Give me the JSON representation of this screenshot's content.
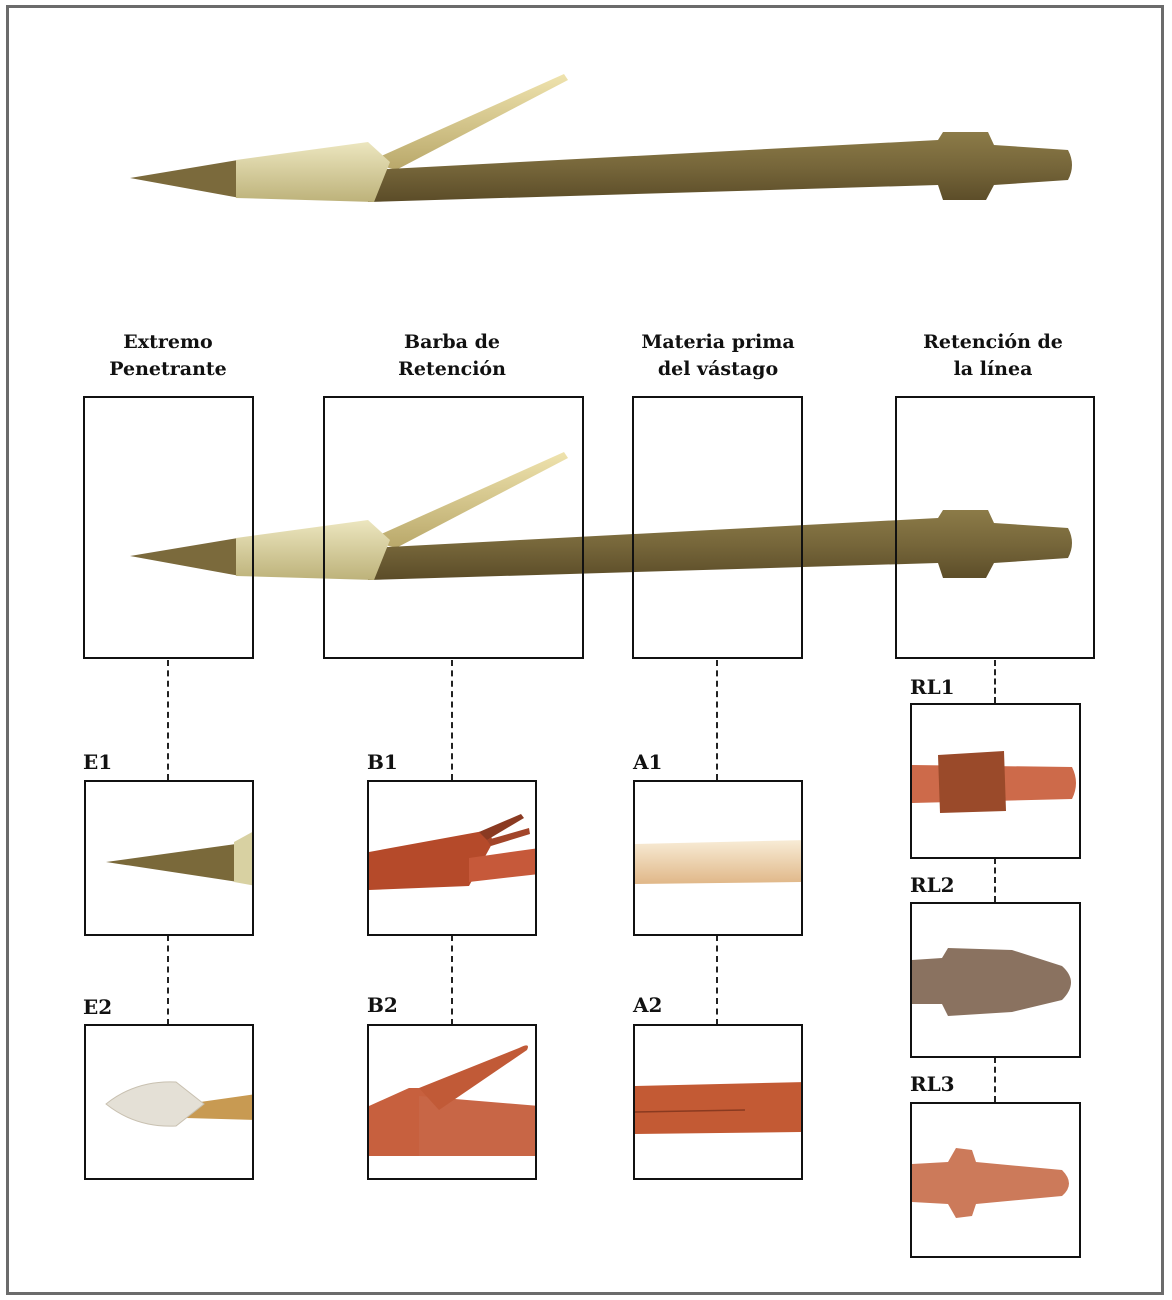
{
  "categories": [
    {
      "key": "extremo",
      "header": "Extremo\nPenetrante",
      "details": [
        "E1",
        "E2"
      ]
    },
    {
      "key": "barba",
      "header": "Barba de\nRetención",
      "details": [
        "B1",
        "B2"
      ]
    },
    {
      "key": "materia",
      "header": "Materia prima\ndel vástago",
      "details": [
        "A1",
        "A2"
      ]
    },
    {
      "key": "retencion",
      "header": "Retención de\nla línea",
      "details": [
        "RL1",
        "RL2",
        "RL3"
      ]
    }
  ],
  "colors": {
    "shaft": "#7a6a3a",
    "lashing": "#d8d2a0",
    "barb": "#d9c88a",
    "red_shaft": "#c9573a",
    "border": "#111111"
  }
}
